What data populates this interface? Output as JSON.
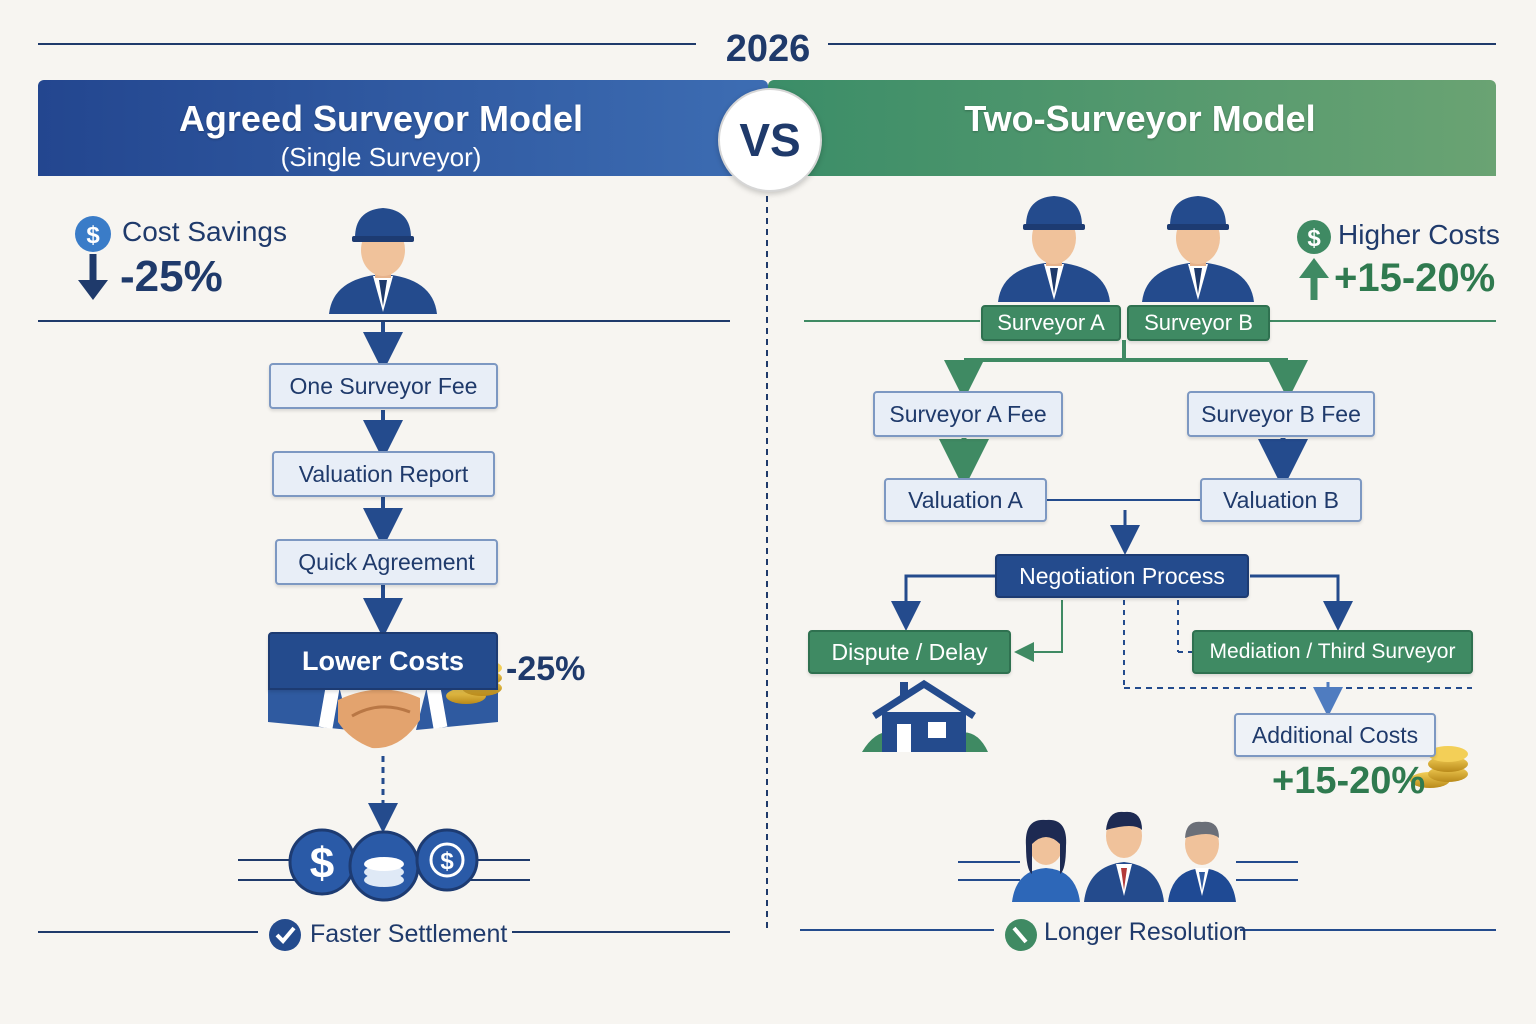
{
  "year": "2026",
  "vs_label": "VS",
  "left": {
    "title": "Agreed Surveyor Model",
    "subtitle": "(Single Surveyor)",
    "cost_label": "Cost Savings",
    "cost_value": "-25%",
    "steps": [
      "One Surveyor Fee",
      "Valuation Report",
      "Quick Agreement"
    ],
    "result": "Lower Costs",
    "result_value": "-25%",
    "footer": "Faster Settlement"
  },
  "right": {
    "title": "Two-Surveyor Model",
    "cost_label": "Higher Costs",
    "cost_value": "+15-20%",
    "surveyor_a": "Surveyor A",
    "surveyor_b": "Surveyor B",
    "fee_a": "Surveyor A Fee",
    "fee_b": "Surveyor B Fee",
    "valuation_a": "Valuation A",
    "valuation_b": "Valuation B",
    "negotiation": "Negotiation Process",
    "dispute": "Dispute / Delay",
    "mediation": "Mediation / Third Surveyor",
    "additional": "Additional Costs",
    "additional_value": "+15-20%",
    "footer": "Longer Resolution"
  },
  "colors": {
    "navy": "#1f3a6b",
    "blue": "#244b8d",
    "green": "#3f8a63",
    "gold": "#d9a927"
  },
  "icons": [
    "dollar-icon",
    "arrow-down-icon",
    "arrow-up-icon",
    "surveyor-icon",
    "handshake-icon",
    "coins-icon",
    "house-icon",
    "people-icon",
    "check-icon"
  ]
}
